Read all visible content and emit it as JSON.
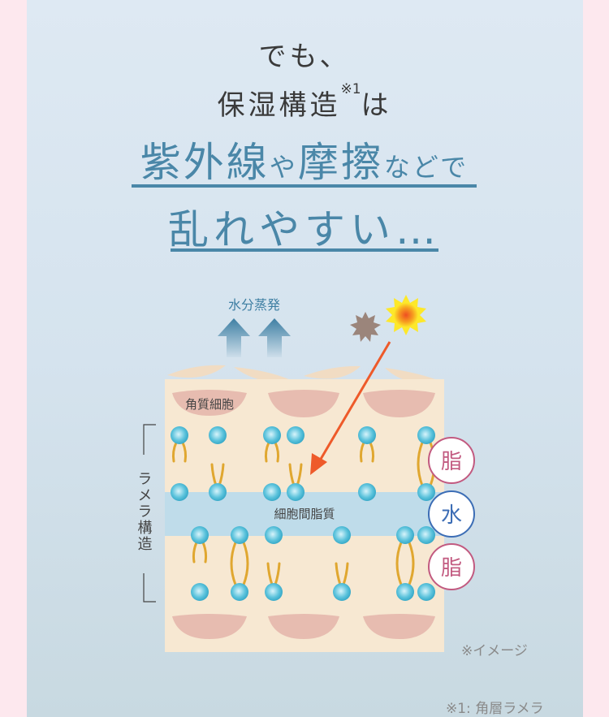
{
  "heading": {
    "line1": "でも、",
    "line2_main": "保湿構造",
    "line2_note": "※1",
    "line2_end": "は",
    "line3_a": "紫外線",
    "line3_b": "や",
    "line3_c": "摩擦",
    "line3_d": "などで",
    "line4": "乱れやすい…"
  },
  "diagram": {
    "evaporation_label": "水分蒸発",
    "corneocyte_label": "角質細胞",
    "intercellular_label": "細胞間脂質",
    "lamellar_label": "ラメラ構造",
    "badges": [
      "脂",
      "水",
      "脂"
    ],
    "colors": {
      "lipid": "#c25a80",
      "water": "#3c6db5",
      "accent": "#4a87a8",
      "arrow": "#ee5a2a"
    }
  },
  "notes": {
    "image_note": "※イメージ",
    "footnote": "※1: 角層ラメラ"
  }
}
